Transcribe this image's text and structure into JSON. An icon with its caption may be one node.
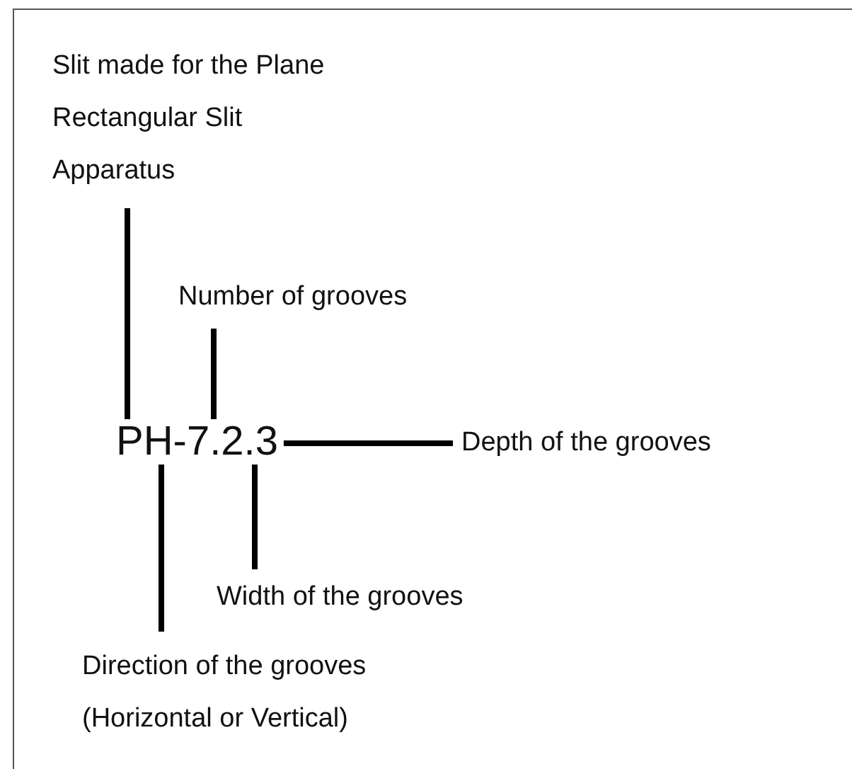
{
  "diagram": {
    "nodes": [
      {
        "text": [
          "Slit made for the Plane Rectangular Slit Apparatus"
        ]
      },
      {
        "text": [
          "Number of grooves"
        ]
      },
      {
        "text": [
          "PH-7.2.3"
        ]
      },
      {
        "text": [
          "Depth of the grooves"
        ]
      },
      {
        "text": [
          "Width of the grooves"
        ]
      },
      {
        "text": [
          "Direction of the grooves (Horizontal or Vertical)"
        ]
      }
    ],
    "edges": [
      {
        "from": 0,
        "to": 2,
        "arrow": "none"
      },
      {
        "from": 1,
        "to": 2,
        "arrow": "none"
      },
      {
        "from": 3,
        "to": 2,
        "arrow": "none"
      },
      {
        "from": 4,
        "to": 2,
        "arrow": "none"
      },
      {
        "from": 5,
        "to": 2,
        "arrow": "none"
      }
    ]
  }
}
